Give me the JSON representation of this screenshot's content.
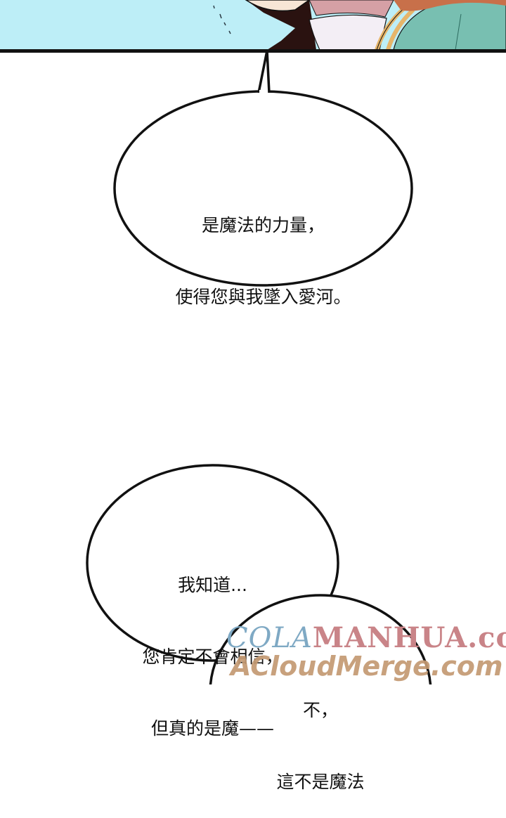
{
  "top_panel": {
    "description": "cropped illustration: sky, character hair and collar",
    "colors": {
      "sky": "#bdeef7",
      "hair_dark": "#2a1210",
      "skin_pink": "#d5a0a5",
      "shirt_white": "#f3eef5",
      "cloth_teal": "#78bfb1",
      "trim_gold": "#e6b56a",
      "hair_orange": "#c8704a"
    }
  },
  "bubbles": [
    {
      "id": "bubble-1",
      "lines": [
        "是魔法的力量，",
        "使得您與我墜入愛河。"
      ]
    },
    {
      "id": "bubble-2",
      "lines": [
        "我知道...",
        "您肯定不會相信，",
        "但真的是魔——"
      ]
    },
    {
      "id": "bubble-3",
      "lines": [
        "不，",
        "這不是魔法"
      ]
    }
  ],
  "watermarks": {
    "line1_a": "COLA",
    "line1_b": "MANHUA.com",
    "line2": "ACloudMerge.com"
  }
}
